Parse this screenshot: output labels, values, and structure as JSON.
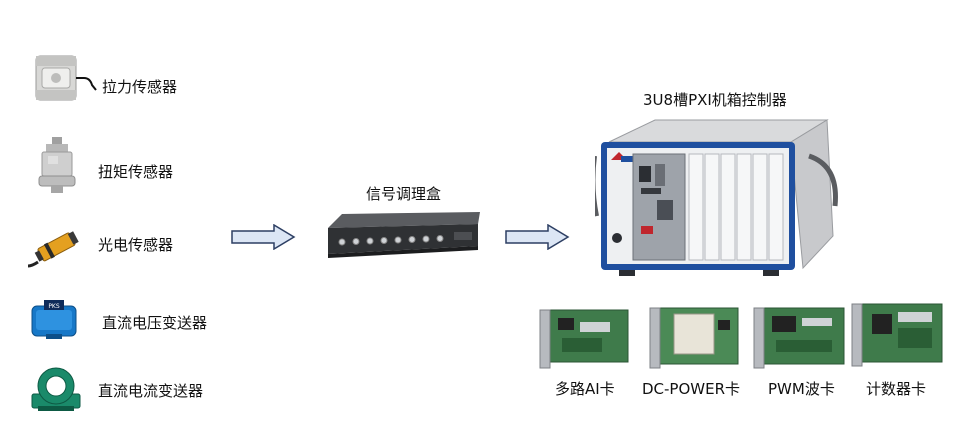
{
  "sensors": [
    {
      "label": "拉力传感器",
      "icon": "s-type-load-cell-icon"
    },
    {
      "label": "扭矩传感器",
      "icon": "torque-sensor-icon"
    },
    {
      "label": "光电传感器",
      "icon": "photoelectric-sensor-icon"
    },
    {
      "label": "直流电压变送器",
      "icon": "dc-voltage-transmitter-icon"
    },
    {
      "label": "直流电流变送器",
      "icon": "dc-current-transmitter-icon"
    }
  ],
  "conditioning_box": {
    "title": "信号调理盒"
  },
  "controller": {
    "title": "3U8槽PXI机箱控制器"
  },
  "cards": [
    {
      "label": "多路AI卡"
    },
    {
      "label": "DC-POWER卡"
    },
    {
      "label": "PWM波卡"
    },
    {
      "label": "计数器卡"
    }
  ],
  "colors": {
    "arrow_fill": "#dce6f5",
    "arrow_stroke": "#2d3f63",
    "chassis_blue": "#1f4f9f",
    "pcb_green": "#3f7b4b"
  }
}
